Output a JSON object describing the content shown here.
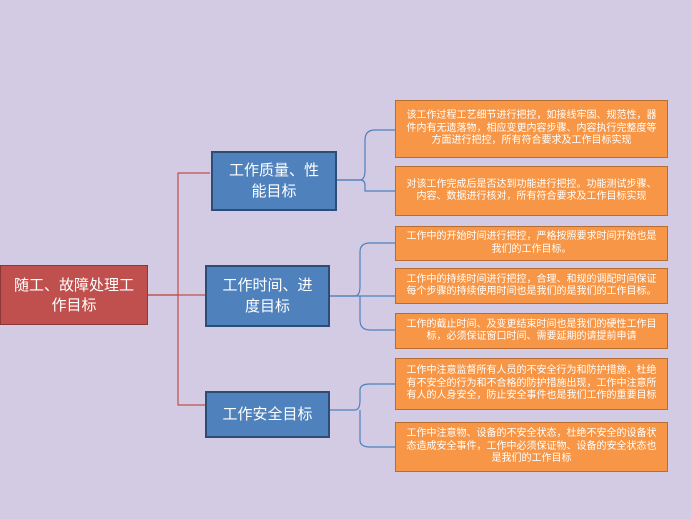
{
  "diagram": {
    "root": "随工、故障处理工作目标",
    "branches": [
      {
        "label": "工作质量、性能目标",
        "leaves": [
          "该工作过程工艺细节进行把控，如接线牢固、规范性，器件内有无遗落物，相应变更内容步骤、内容执行完整度等方面进行把控，所有符合要求及工作目标实现",
          "对该工作完成后是否达到功能进行把控。功能测试步骤、内容、数据进行核对，所有符合要求及工作目标实现"
        ]
      },
      {
        "label": "工作时间、进度目标",
        "leaves": [
          "工作中的开始时间进行把控，严格按照要求时间开始也是我们的工作目标。",
          "工作中的持续时间进行把控，合理、和规的调配时间保证每个步骤的持续使用时间也是我们的是我们的工作目标。",
          "工作的截止时间、及变更结束时间也是我们的硬性工作目标，必须保证窗口时间、需要延期的请提前申请"
        ]
      },
      {
        "label": "工作安全目标",
        "leaves": [
          "工作中注意监督所有人员的不安全行为和防护措施，杜绝有不安全的行为和不合格的防护措施出现，工作中注意所有人的人身安全，防止安全事件也是我们工作的重要目标",
          "工作中注意物、设备的不安全状态，杜绝不安全的设备状态造成安全事件，工作中必须保证物、设备的安全状态也是我们的工作目标"
        ]
      }
    ],
    "colors": {
      "root": "#c0504d",
      "branch": "#4f81bd",
      "leaf": "#f79646",
      "root_link": "#c0504d",
      "branch_link": "#4f81bd",
      "background": "#d3cbe3"
    }
  }
}
